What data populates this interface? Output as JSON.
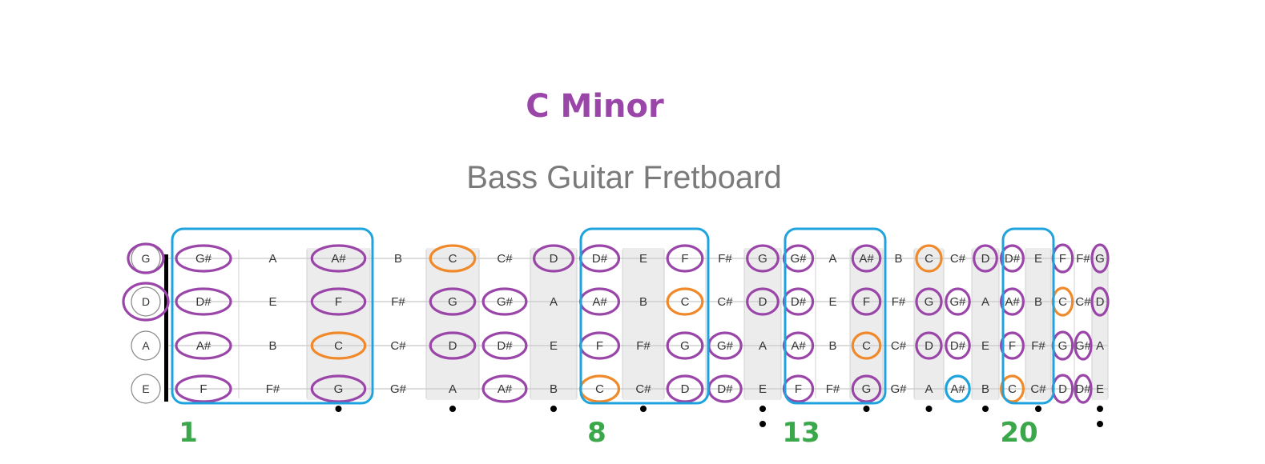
{
  "header": {
    "title": "C Minor",
    "subtitle": "Bass Guitar Fretboard"
  },
  "colors": {
    "scale_note": "#9a45a8",
    "root_note": "#f0892a",
    "box": "#1fa3dc",
    "special": "#1fa3dc",
    "marker_label": "#3aa84a",
    "title": "#9a45a8"
  },
  "strings": [
    {
      "name": "G",
      "open_mark": "scale",
      "notes": [
        "G#",
        "A",
        "A#",
        "B",
        "C",
        "C#",
        "D",
        "D#",
        "E",
        "F",
        "F#",
        "G",
        "G#",
        "A",
        "A#",
        "B",
        "C",
        "C#",
        "D",
        "D#",
        "E",
        "F",
        "F#",
        "G"
      ],
      "marks": [
        "scale",
        "",
        "scale",
        "",
        "root",
        "",
        "scale",
        "scale",
        "",
        "scale",
        "",
        "scale",
        "scale",
        "",
        "scale",
        "",
        "root",
        "",
        "scale",
        "scale",
        "",
        "scale",
        "",
        "scale"
      ]
    },
    {
      "name": "D",
      "open_mark": "scale",
      "notes": [
        "D#",
        "E",
        "F",
        "F#",
        "G",
        "G#",
        "A",
        "A#",
        "B",
        "C",
        "C#",
        "D",
        "D#",
        "E",
        "F",
        "F#",
        "G",
        "G#",
        "A",
        "A#",
        "B",
        "C",
        "C#",
        "D"
      ],
      "marks": [
        "scale",
        "",
        "scale",
        "",
        "scale",
        "scale",
        "",
        "scale",
        "",
        "root",
        "",
        "scale",
        "scale",
        "",
        "scale",
        "",
        "scale",
        "scale",
        "",
        "scale",
        "",
        "root",
        "",
        "scale"
      ]
    },
    {
      "name": "A",
      "open_mark": "",
      "notes": [
        "A#",
        "B",
        "C",
        "C#",
        "D",
        "D#",
        "E",
        "F",
        "F#",
        "G",
        "G#",
        "A",
        "A#",
        "B",
        "C",
        "C#",
        "D",
        "D#",
        "E",
        "F",
        "F#",
        "G",
        "G#",
        "A"
      ],
      "marks": [
        "scale",
        "",
        "root",
        "",
        "scale",
        "scale",
        "",
        "scale",
        "",
        "scale",
        "scale",
        "",
        "scale",
        "",
        "root",
        "",
        "scale",
        "scale",
        "",
        "scale",
        "",
        "scale",
        "scale",
        ""
      ]
    },
    {
      "name": "E",
      "open_mark": "",
      "notes": [
        "F",
        "F#",
        "G",
        "G#",
        "A",
        "A#",
        "B",
        "C",
        "C#",
        "D",
        "D#",
        "E",
        "F",
        "F#",
        "G",
        "G#",
        "A",
        "A#",
        "B",
        "C",
        "C#",
        "D",
        "D#",
        "E"
      ],
      "marks": [
        "scale",
        "",
        "scale",
        "",
        "",
        "scale",
        "",
        "root",
        "",
        "scale",
        "scale",
        "",
        "scale",
        "",
        "scale",
        "",
        "",
        "special",
        "",
        "root",
        "",
        "scale",
        "scale",
        ""
      ]
    }
  ],
  "boxes": [
    {
      "first_fret": 1,
      "last_fret": 3
    },
    {
      "first_fret": 8,
      "last_fret": 10
    },
    {
      "first_fret": 13,
      "last_fret": 15
    },
    {
      "first_fret": 20,
      "last_fret": 21
    }
  ],
  "single_dots": [
    3,
    5,
    7,
    9,
    15,
    17,
    19,
    21
  ],
  "double_dots": [
    12,
    24
  ],
  "shaded_frets": [
    3,
    5,
    7,
    9,
    12,
    15,
    17,
    19,
    21,
    24
  ],
  "fret_labels": [
    {
      "fret": 1,
      "label": "1"
    },
    {
      "fret": 8,
      "label": "8"
    },
    {
      "fret": 13,
      "label": "13"
    },
    {
      "fret": 20,
      "label": "20"
    }
  ]
}
